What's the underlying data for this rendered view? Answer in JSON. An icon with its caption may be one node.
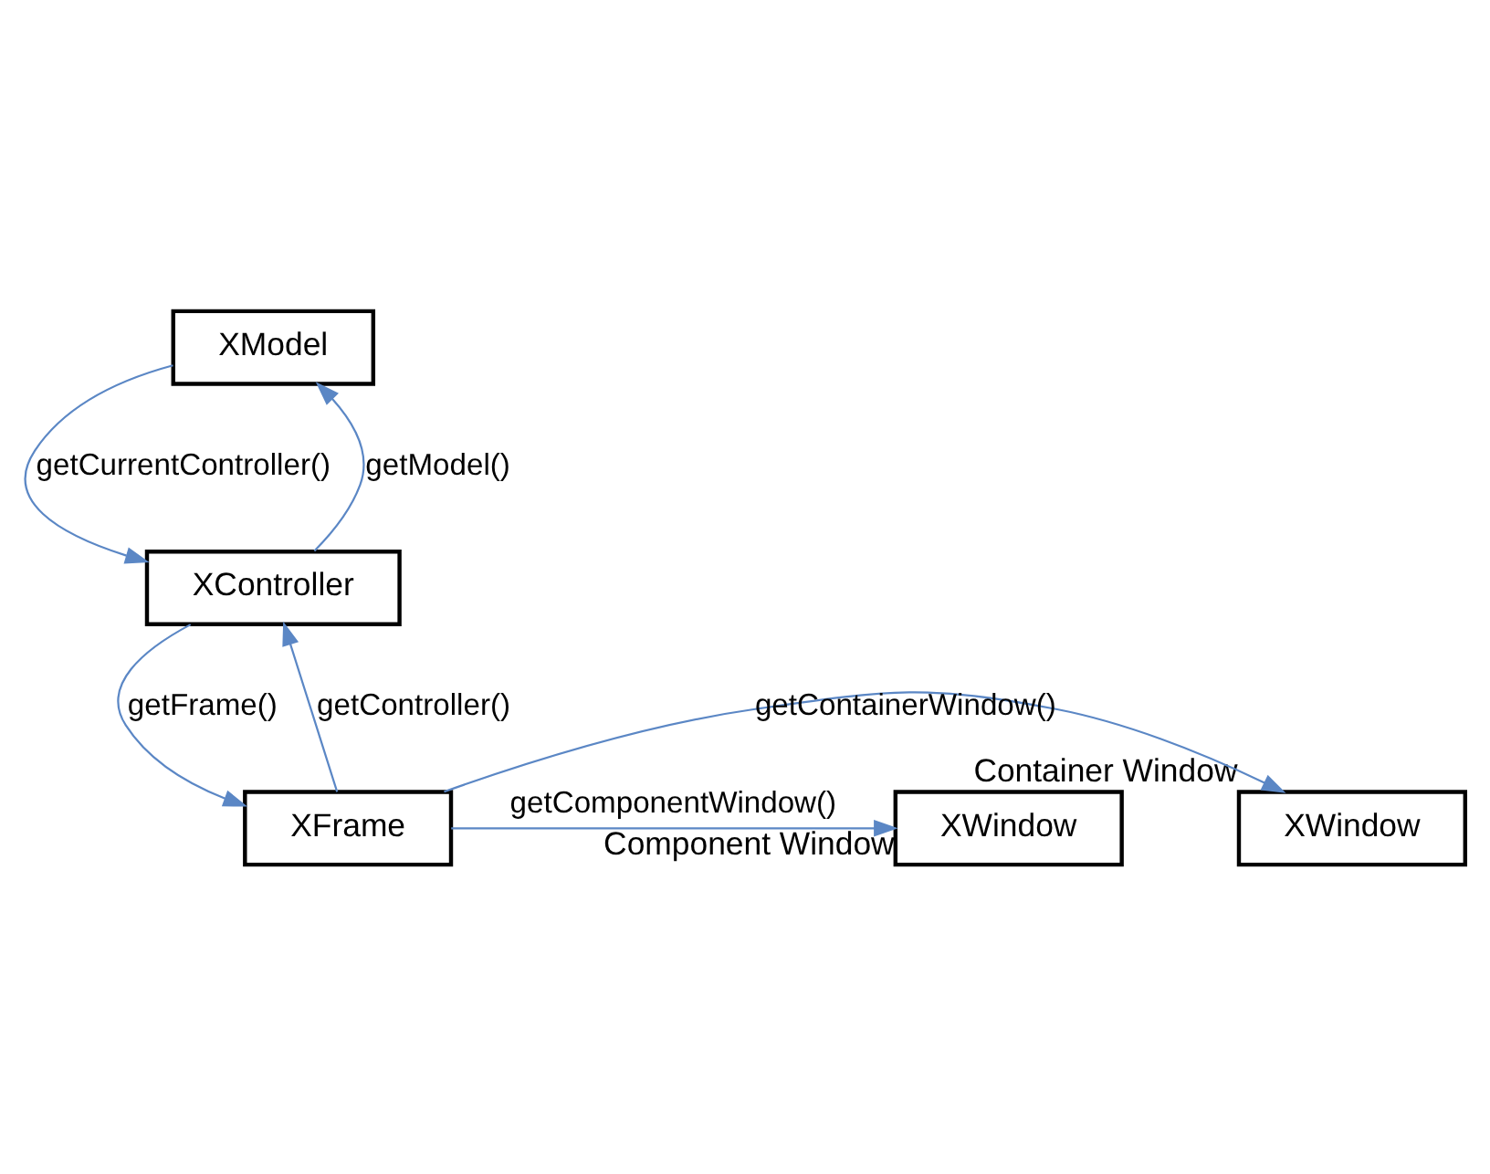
{
  "diagram": {
    "nodes": [
      {
        "text": [
          "XModel"
        ]
      },
      {
        "text": [
          "XController"
        ]
      },
      {
        "text": [
          "XFrame"
        ]
      },
      {
        "text": [
          "XWindow"
        ],
        "beside": [
          "Container Window"
        ]
      },
      {
        "text": [
          "XWindow"
        ],
        "beside": [
          "Component Window"
        ]
      }
    ],
    "edges": [
      {
        "from": 1,
        "to": 0,
        "arrow": "to",
        "label": "getModel()"
      },
      {
        "from": 0,
        "to": 1,
        "arrow": "to",
        "label": "getCurrentController()"
      },
      {
        "from": 2,
        "to": 1,
        "arrow": "to",
        "label": "getController()"
      },
      {
        "from": 1,
        "to": 2,
        "arrow": "to",
        "label": "getFrame()"
      },
      {
        "from": 2,
        "to": 3,
        "arrow": "to",
        "label": "getContainerWindow()"
      },
      {
        "from": 2,
        "to": 4,
        "arrow": "to",
        "label": "getComponentWindow()"
      }
    ]
  }
}
